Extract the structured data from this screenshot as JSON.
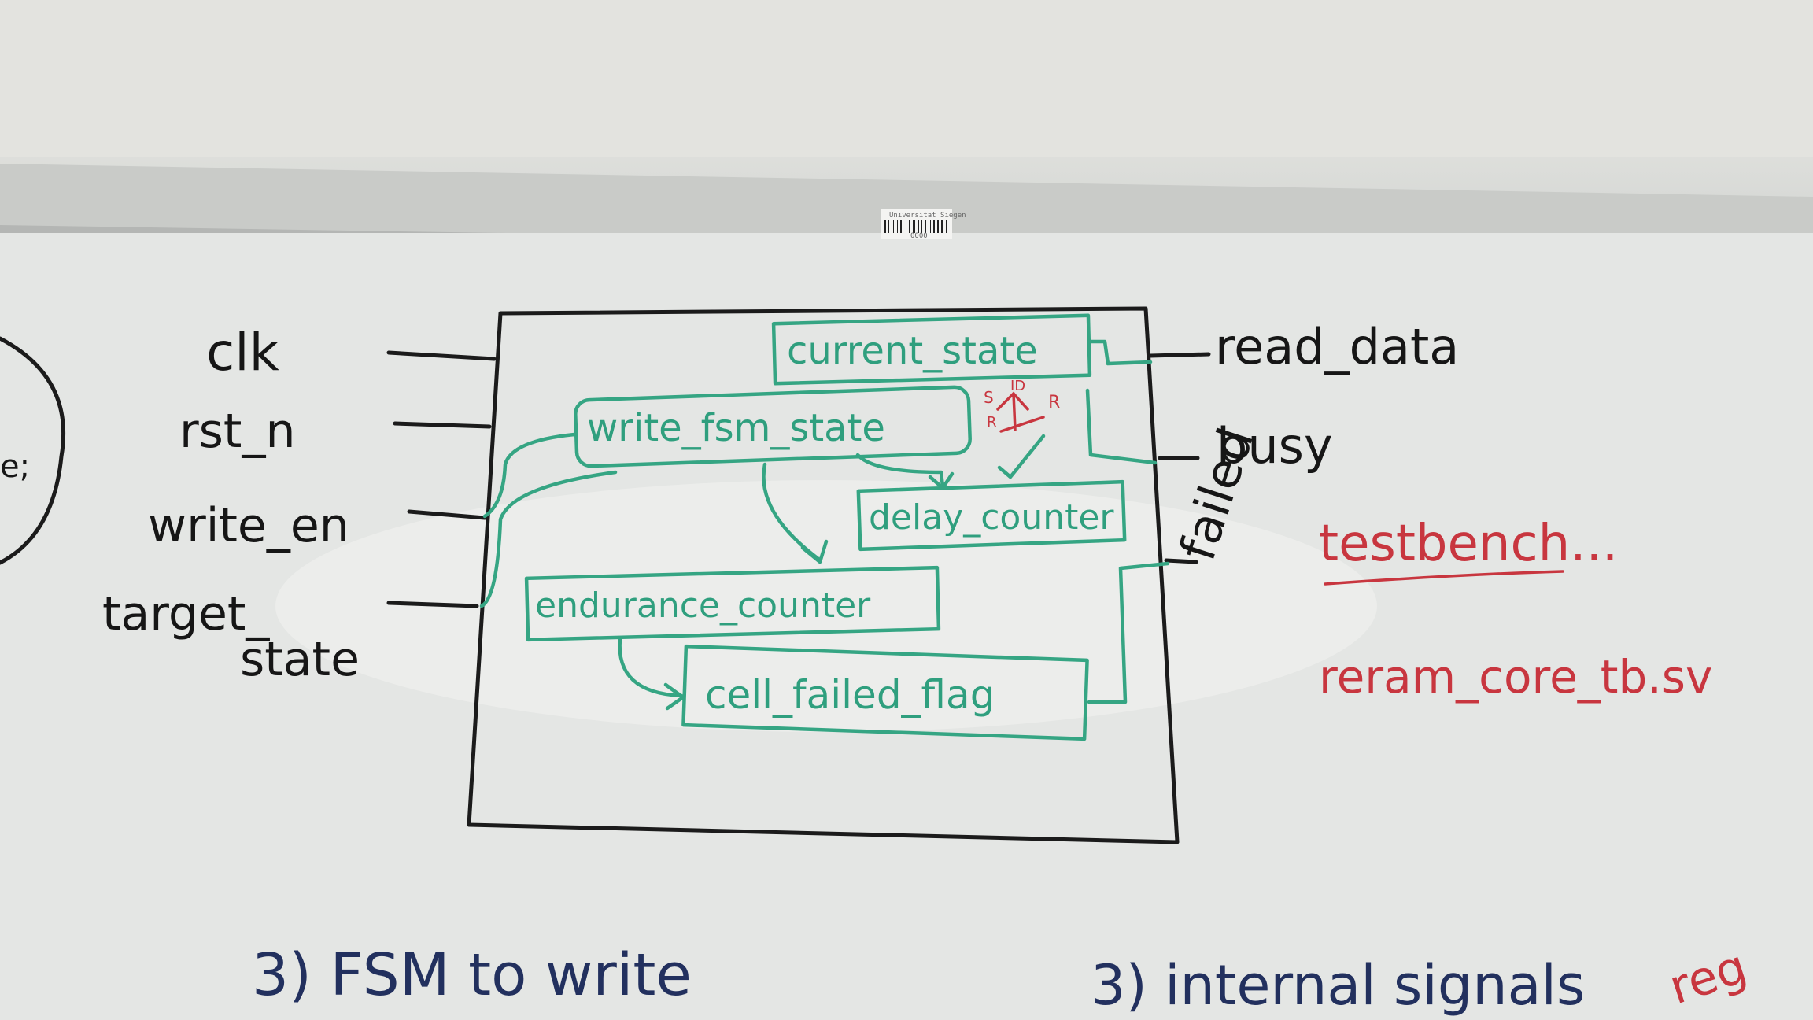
{
  "inputs": [
    "clk",
    "rst_n",
    "write_en",
    "target_",
    "state"
  ],
  "outputs": [
    "read_data",
    "busy",
    "failed"
  ],
  "blocks": {
    "current_state": "current_state",
    "write_fsm_state": "write_fsm_state",
    "delay_counter": "delay_counter",
    "endurance_counter": "endurance_counter",
    "cell_failed_flag": "cell_failed_flag"
  },
  "state_marks": {
    "s": "S",
    "id": "ID",
    "r_left": "R",
    "r_right": "R"
  },
  "side_note": {
    "title": "testbench...",
    "file": "reram_core_tb.sv",
    "left_fragment": "e;"
  },
  "bottom_notes": {
    "left": "3) FSM to write",
    "right": "3) internal signals",
    "reg": "reg"
  },
  "barcode": {
    "label": "Universitat Siegen",
    "number": "0000"
  },
  "colors": {
    "black_ink": "#161616",
    "green_ink": "#2f9f7e",
    "red_ink": "#c8363f",
    "blue_ink": "#22305e"
  }
}
